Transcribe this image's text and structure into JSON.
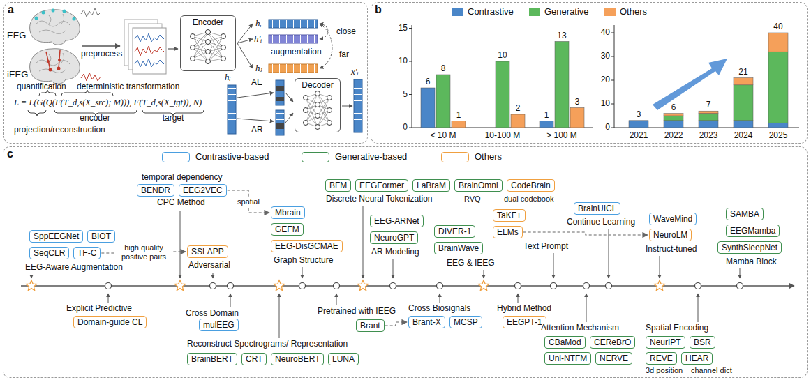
{
  "diagram": {
    "nodes": [
      {
        "text": [
          "a"
        ]
      },
      {
        "text": [
          "Encoder"
        ],
        "in": 0
      },
      {
        "text": [
          "Decoder"
        ],
        "in": 0
      },
      {
        "text": [
          "b"
        ]
      },
      {
        "text": [
          "c"
        ]
      },
      {
        "text": [
          "SppEEGNet"
        ],
        "in": 4
      },
      {
        "text": [
          "BIOT"
        ],
        "in": 4
      },
      {
        "text": [
          "SeqCLR"
        ],
        "in": 4
      },
      {
        "text": [
          "TF-C"
        ],
        "in": 4
      },
      {
        "text": [
          "BENDR"
        ],
        "in": 4
      },
      {
        "text": [
          "EEG2VEC"
        ],
        "in": 4
      },
      {
        "text": [
          "SSLAPP"
        ],
        "in": 4
      },
      {
        "text": [
          "Mbrain"
        ],
        "in": 4
      },
      {
        "text": [
          "GEFM"
        ],
        "in": 4
      },
      {
        "text": [
          "EEG-DisGCMAE"
        ],
        "in": 4
      },
      {
        "text": [
          "BFM"
        ],
        "in": 4
      },
      {
        "text": [
          "EEGFormer"
        ],
        "in": 4
      },
      {
        "text": [
          "LaBraM"
        ],
        "in": 4
      },
      {
        "text": [
          "BrainOmni"
        ],
        "in": 4
      },
      {
        "text": [
          "CodeBrain"
        ],
        "in": 4
      },
      {
        "text": [
          "EEG-ARNet"
        ],
        "in": 4
      },
      {
        "text": [
          "NeuroGPT"
        ],
        "in": 4
      },
      {
        "text": [
          "DIVER-1"
        ],
        "in": 4
      },
      {
        "text": [
          "BrainWave"
        ],
        "in": 4
      },
      {
        "text": [
          "TaKF+"
        ],
        "in": 4
      },
      {
        "text": [
          "ELMs"
        ],
        "in": 4
      },
      {
        "text": [
          "BrainUICL"
        ],
        "in": 4
      },
      {
        "text": [
          "WaveMind"
        ],
        "in": 4
      },
      {
        "text": [
          "NeuroLM"
        ],
        "in": 4
      },
      {
        "text": [
          "SAMBA"
        ],
        "in": 4
      },
      {
        "text": [
          "EEGMamba"
        ],
        "in": 4
      },
      {
        "text": [
          "SynthSleepNet"
        ],
        "in": 4
      },
      {
        "text": [
          "Domain-guide CL"
        ],
        "in": 4
      },
      {
        "text": [
          "mulEEG"
        ],
        "in": 4
      },
      {
        "text": [
          "BrainBERT"
        ],
        "in": 4
      },
      {
        "text": [
          "CRT"
        ],
        "in": 4
      },
      {
        "text": [
          "NeuroBERT"
        ],
        "in": 4
      },
      {
        "text": [
          "LUNA"
        ],
        "in": 4
      },
      {
        "text": [
          "Brant"
        ],
        "in": 4
      },
      {
        "text": [
          "Brant-X"
        ],
        "in": 4
      },
      {
        "text": [
          "MCSP"
        ],
        "in": 4
      },
      {
        "text": [
          "EEGPT-1"
        ],
        "in": 4
      },
      {
        "text": [
          "CBaMod"
        ],
        "in": 4
      },
      {
        "text": [
          "CEReBrO"
        ],
        "in": 4
      },
      {
        "text": [
          "Uni-NTFM"
        ],
        "in": 4
      },
      {
        "text": [
          "NERVE"
        ],
        "in": 4
      },
      {
        "text": [
          "NeurIPT"
        ],
        "in": 4
      },
      {
        "text": [
          "BSR"
        ],
        "in": 4
      },
      {
        "text": [
          "REVE"
        ],
        "in": 4
      },
      {
        "text": [
          "HEAR"
        ],
        "in": 4
      }
    ],
    "edges": [
      {
        "from": 10,
        "to": 12,
        "label": "spatial",
        "arrow": "to"
      },
      {
        "from": 8,
        "to": 11,
        "label": "high quality positive pairs",
        "arrow": "to"
      },
      {
        "from": 38,
        "to": 39,
        "arrow": "to"
      },
      {
        "from": 25,
        "to": 28,
        "arrow": "to"
      }
    ],
    "labels": [
      "EEG",
      "iEEG",
      "preprocess",
      "hᵢ",
      "h′ᵢ",
      "hⱼ",
      "augmentation",
      "close",
      "far",
      "hᵢ",
      "AE",
      "AR",
      "x′ᵢ",
      "quantification",
      "deterministic transformation",
      "L = L(G(Q(F(T_d,s(X_src); M))), F(T_d,s(X_tgt)), N)",
      "encoder",
      "target",
      "projection/reconstruction",
      "6",
      "8",
      "1",
      "10",
      "2",
      "1",
      "13",
      "3",
      "0",
      "5",
      "10",
      "15",
      "< 10 M",
      "10-100 M",
      "> 100 M",
      "3",
      "6",
      "7",
      "21",
      "40",
      "0",
      "10",
      "20",
      "30",
      "40",
      "2021",
      "2022",
      "2023",
      "2024",
      "2025",
      "temporal dependency",
      "CPC Method",
      "EEG-Aware Augmentation",
      "Adversarial",
      "Graph Structure",
      "Discrete Neural Tokenization",
      "RVQ",
      "dual codebook",
      "AR Modeling",
      "EEG & IEEG",
      "Text Prompt",
      "Continue Learning",
      "Instruct-tuned",
      "Mamba Block",
      "Explicit Predictive",
      "Cross Domain",
      "Reconstruct Spectrograms/ Representation",
      "Pretrained with IEEG",
      "Cross Biosignals",
      "Hybrid Method",
      "Attention Mechanism",
      "Spatial Encoding",
      "3d position",
      "channel dict"
    ],
    "legend": [
      {
        "text": "Contrastive",
        "color": "#4a86c8"
      },
      {
        "text": "Generative",
        "color": "#5cb85c"
      },
      {
        "text": "Others",
        "color": "#f5a05a"
      },
      {
        "text": "Contrastive-based",
        "color": "#4a9fe0"
      },
      {
        "text": "Generative-based",
        "color": "#3f8f4f"
      },
      {
        "text": "Others",
        "color": "#f0a040"
      }
    ]
  }
}
